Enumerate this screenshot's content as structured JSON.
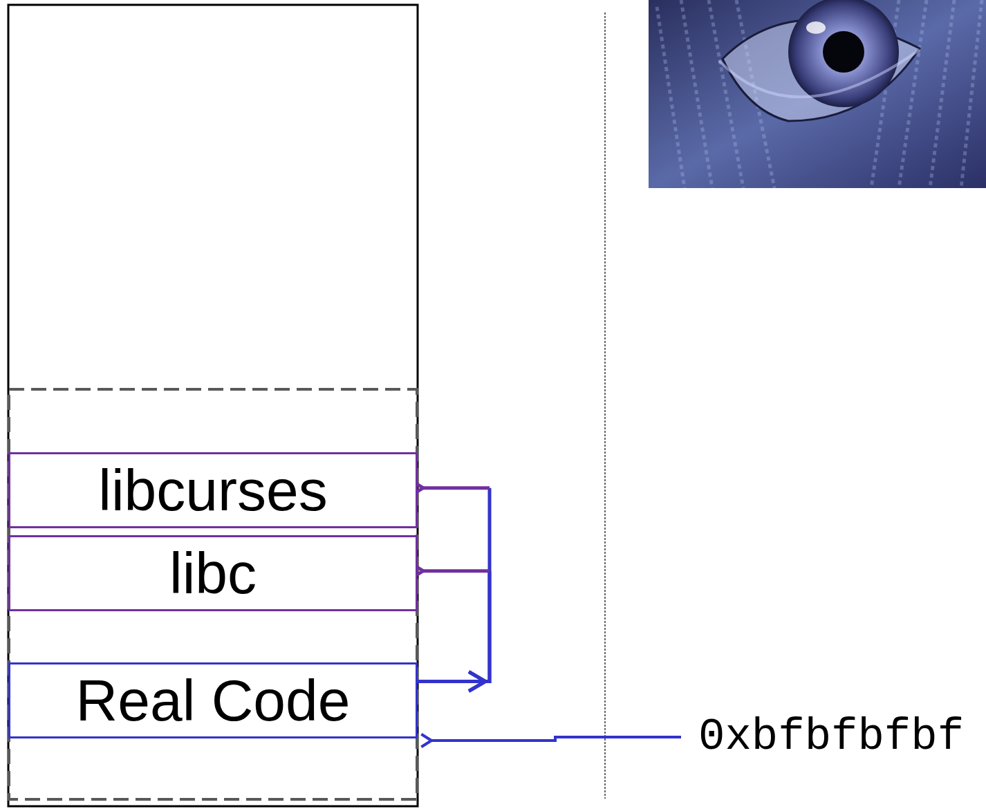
{
  "diagram": {
    "nodes": [
      {
        "text": [
          "libcurses"
        ]
      },
      {
        "text": [
          "libc"
        ]
      },
      {
        "text": [
          "Real Code"
        ]
      }
    ],
    "edges": [
      {
        "from": 2,
        "to": 0,
        "arrow": "to"
      },
      {
        "from": 2,
        "to": 1,
        "arrow": "to"
      }
    ],
    "labels": [
      "0xbfbfbfbf"
    ]
  }
}
